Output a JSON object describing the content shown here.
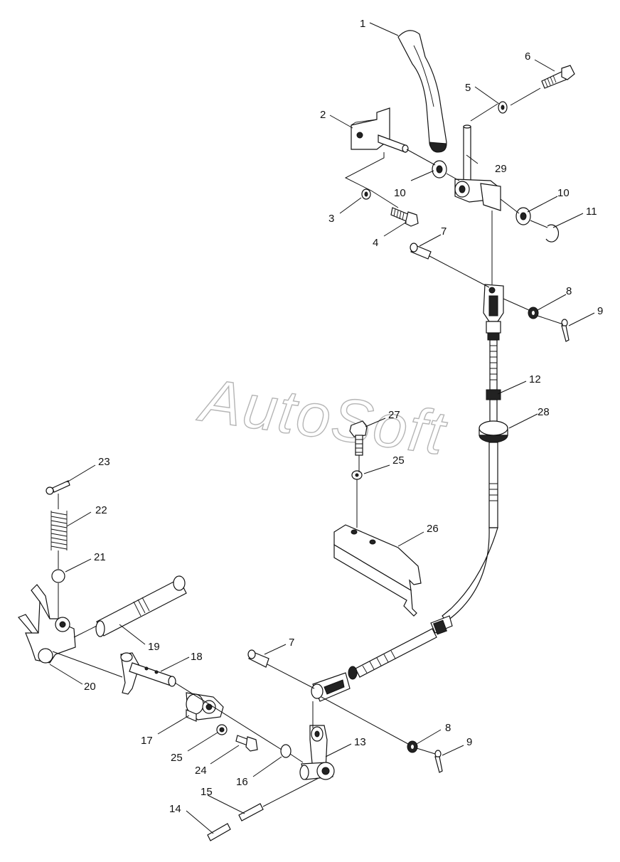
{
  "watermark": "AutoSoft",
  "callouts": [
    {
      "n": "1"
    },
    {
      "n": "2"
    },
    {
      "n": "3"
    },
    {
      "n": "4"
    },
    {
      "n": "5"
    },
    {
      "n": "6"
    },
    {
      "n": "7"
    },
    {
      "n": "8"
    },
    {
      "n": "9"
    },
    {
      "n": "10"
    },
    {
      "n": "10"
    },
    {
      "n": "11"
    },
    {
      "n": "12"
    },
    {
      "n": "28"
    },
    {
      "n": "27"
    },
    {
      "n": "25"
    },
    {
      "n": "26"
    },
    {
      "n": "23"
    },
    {
      "n": "22"
    },
    {
      "n": "21"
    },
    {
      "n": "19"
    },
    {
      "n": "20"
    },
    {
      "n": "18"
    },
    {
      "n": "17"
    },
    {
      "n": "7"
    },
    {
      "n": "8"
    },
    {
      "n": "9"
    },
    {
      "n": "13"
    },
    {
      "n": "25"
    },
    {
      "n": "24"
    },
    {
      "n": "16"
    },
    {
      "n": "15"
    },
    {
      "n": "14"
    },
    {
      "n": "29"
    }
  ]
}
